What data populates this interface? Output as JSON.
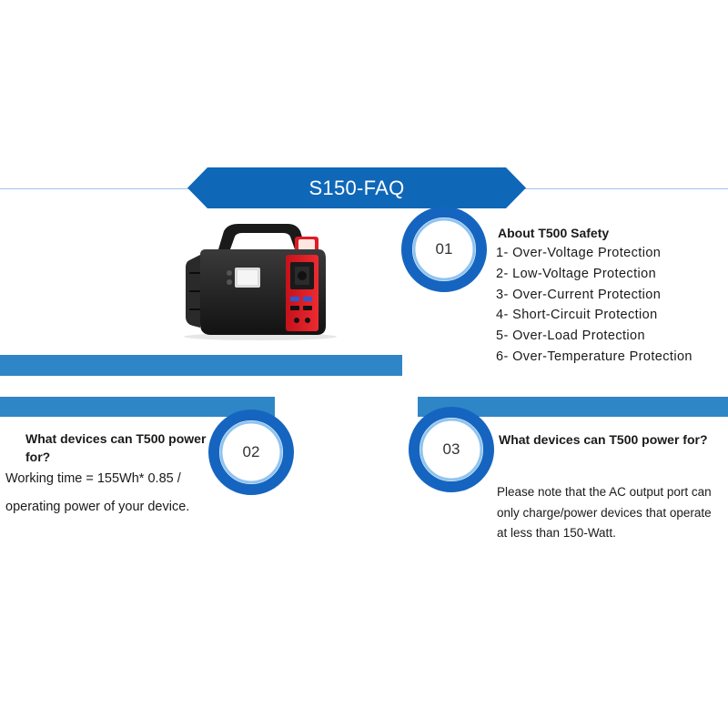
{
  "header": {
    "title": "S150-FAQ",
    "banner_color": "#0f67b8",
    "line_color": "#9fc2e8"
  },
  "colors": {
    "bar": "#2f86c6",
    "ring_outer": "#1565c0",
    "ring_inner": "#8fc4ee"
  },
  "product_image": {
    "icon": "portable-power-station-icon",
    "body_color": "#1c1c1c",
    "panel_color": "#e01b24"
  },
  "section_01": {
    "number": "01",
    "heading": "About T500 Safety",
    "items": [
      "1-  Over-Voltage Protection",
      "2-  Low-Voltage Protection",
      "3-  Over-Current Protection",
      "4-  Short-Circuit Protection",
      "5-  Over-Load Protection",
      "6-  Over-Temperature Protection"
    ]
  },
  "section_02": {
    "number": "02",
    "heading": "What devices can T500 power for?",
    "line1": "Working time = 155Wh* 0.85 /",
    "line2": "operating power of your device."
  },
  "section_03": {
    "number": "03",
    "heading": "What devices can T500 power for?",
    "body": "Please note that the AC output port can only charge/power devices that operate at less than 150-Watt."
  }
}
